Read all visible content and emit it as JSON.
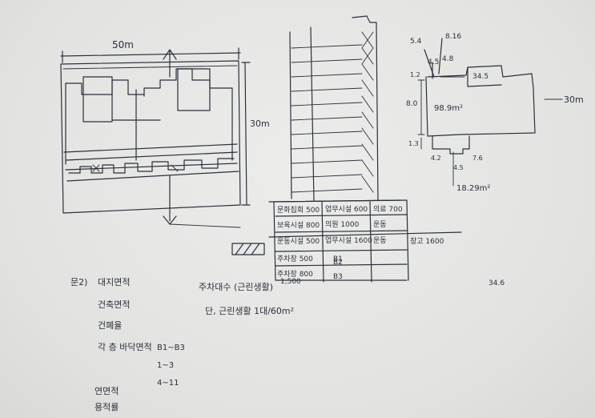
{
  "site_plan": {
    "width_dim": "50m",
    "depth_dim": "30m"
  },
  "section": {
    "table_rows": [
      [
        "문화집회 500",
        "업무시설 600",
        "의료 700"
      ],
      [
        "보육시설 800",
        "의원 1000",
        "운동"
      ],
      [
        "운동시설 500",
        "업무시설 1600",
        "운동"
      ],
      [
        "주차장 500",
        "B1",
        "창고 1600"
      ],
      [
        "주차장 800",
        "B2",
        ""
      ],
      [
        "1,500",
        "B3",
        ""
      ]
    ]
  },
  "detail": {
    "dims": {
      "a": "5.4",
      "b": "8.16",
      "c": "4.5",
      "d": "4.8",
      "e": "1.2",
      "f": "8.0",
      "g": "1.3",
      "h": "4.2",
      "i": "4.5",
      "j": "7.6",
      "k": "34.5"
    },
    "area_main": "98.9m²",
    "area_small": "18.29m²",
    "side_label": "30m"
  },
  "problem": {
    "heading": "문2)",
    "items": [
      "대지면적",
      "건축면적",
      "건폐율",
      "각 층 바닥면적",
      "연면적",
      "용적률"
    ],
    "floor_ranges": [
      "B1~B3",
      "1~3",
      "4~11"
    ],
    "note1": "주차대수 (근린생활)",
    "note2": "단, 근린생활 1대/60m²",
    "stray": "34.6"
  }
}
